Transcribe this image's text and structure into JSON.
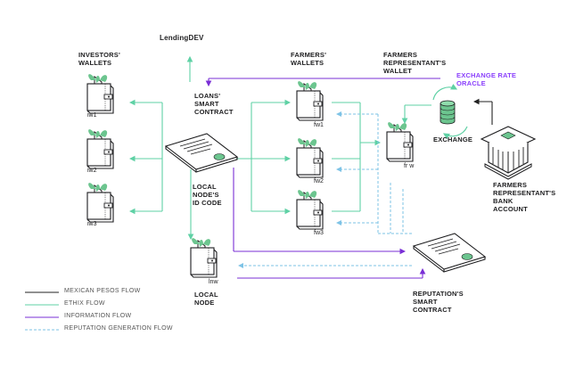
{
  "colors": {
    "mxn": "#222222",
    "ethix": "#5fd1a5",
    "info": "#7a2fd6",
    "reputation": "#7ec3e6",
    "ink": "#1d1d1f",
    "leaf": "#6cc58f"
  },
  "labels": {
    "lendingdev": "LendingDEV",
    "investors": "INVESTORS'\nWALLETS",
    "loans": "LOANS'\nSMART\nCONTRACT",
    "local_id": "LOCAL\nNODE'S\nID CODE",
    "local_node": "LOCAL\nNODE",
    "farmers_wallets": "FARMERS'\nWALLETS",
    "farmers_rep_wallet": "FARMERS\nREPRESENTANT'S\nWALLET",
    "oracle": "EXCHANGE RATE\nORACLE",
    "exchange": "EXCHANGE",
    "bank": "FARMERS\nREPRESENTANT'S\nBANK\nACCOUNT",
    "reputation": "REPUTATION'S\nSMART\nCONTRACT"
  },
  "wallets": {
    "iw1": "iw1",
    "iw2": "iw2",
    "iw3": "iw3",
    "fw1": "fw1",
    "fw2": "fw2",
    "fw3": "fw3",
    "frw": "fr w",
    "lnw": "lnw"
  },
  "legend": [
    {
      "label": "MEXICAN PESOS FLOW",
      "color_key": "mxn",
      "dashed": false
    },
    {
      "label": "ETHIX FLOW",
      "color_key": "ethix",
      "dashed": false
    },
    {
      "label": "INFORMATION FLOW",
      "color_key": "info",
      "dashed": false
    },
    {
      "label": "REPUTATION GENERATION FLOW",
      "color_key": "reputation",
      "dashed": true
    }
  ]
}
